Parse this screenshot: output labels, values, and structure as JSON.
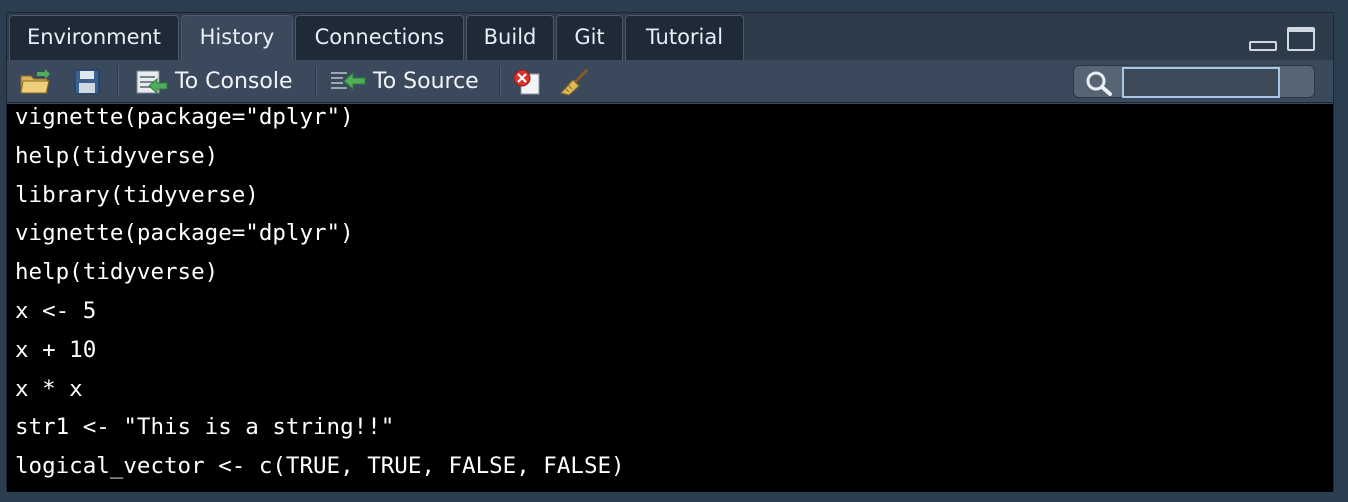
{
  "tabs": [
    {
      "label": "Environment",
      "active": false
    },
    {
      "label": "History",
      "active": true
    },
    {
      "label": "Connections",
      "active": false
    },
    {
      "label": "Build",
      "active": false
    },
    {
      "label": "Git",
      "active": false
    },
    {
      "label": "Tutorial",
      "active": false
    }
  ],
  "toolbar": {
    "to_console_label": "To Console",
    "to_source_label": "To Source",
    "search_value": ""
  },
  "icons": {
    "load": "open-folder-icon",
    "save": "save-icon",
    "to_console": "to-console-icon",
    "to_source": "to-source-icon",
    "remove": "delete-entry-icon",
    "clear": "broom-icon",
    "search": "search-icon"
  },
  "history": [
    "vignette(package=\"dplyr\")",
    "help(tidyverse)",
    "library(tidyverse)",
    "vignette(package=\"dplyr\")",
    "help(tidyverse)",
    "x <- 5",
    "x + 10",
    "x * x",
    "str1 <- \"This is a string!!\"",
    "logical_vector <- c(TRUE, TRUE, FALSE, FALSE)"
  ],
  "colors": {
    "background": "#2b3e50",
    "history_bg": "#000000",
    "text": "#ffffff",
    "search_focus": "#a8c6e8"
  }
}
